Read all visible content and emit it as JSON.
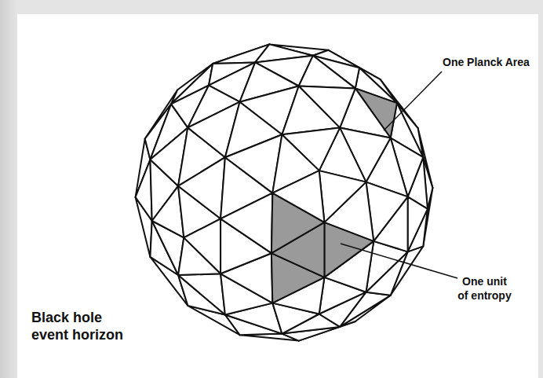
{
  "diagram": {
    "labels": [
      "One Planck Area",
      "One unit of entropy",
      "Black hole event horizon"
    ]
  }
}
